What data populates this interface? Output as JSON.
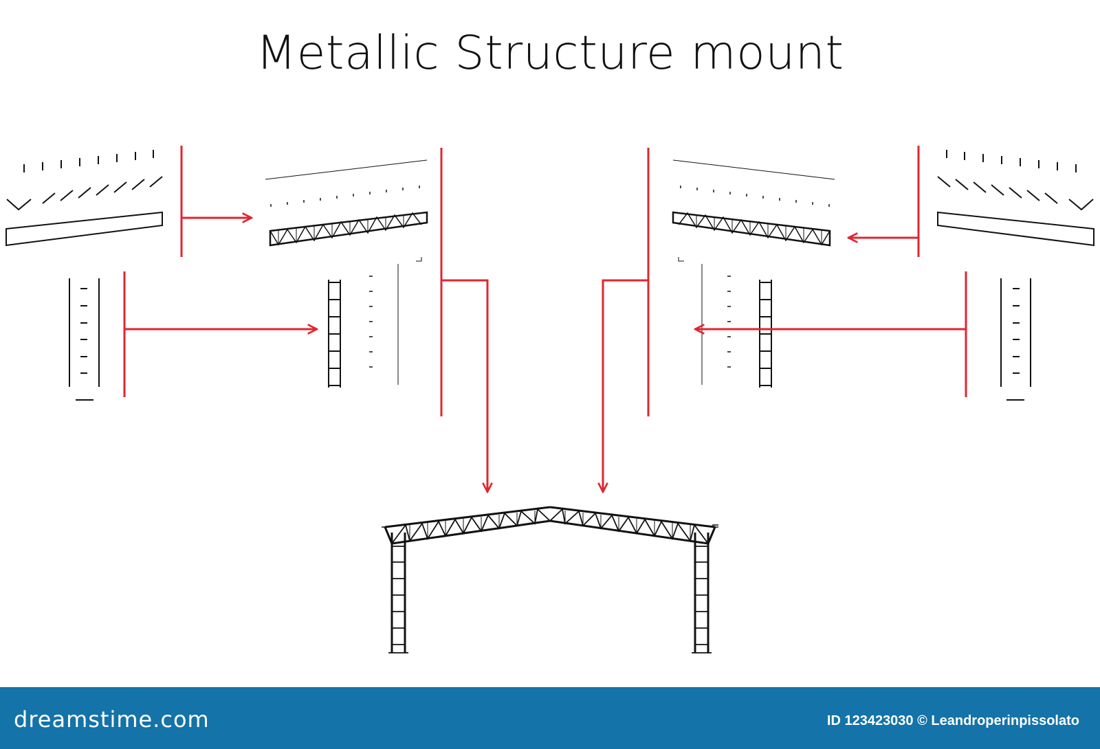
{
  "title": "Metallic Structure mount",
  "footer": {
    "brand": "dreamstime.com",
    "credit": "ID 123423030 © Leandroperinpissolato"
  },
  "colors": {
    "arrow": "#e0262f",
    "line": "#111111",
    "footer_bg": "#1473a8"
  }
}
